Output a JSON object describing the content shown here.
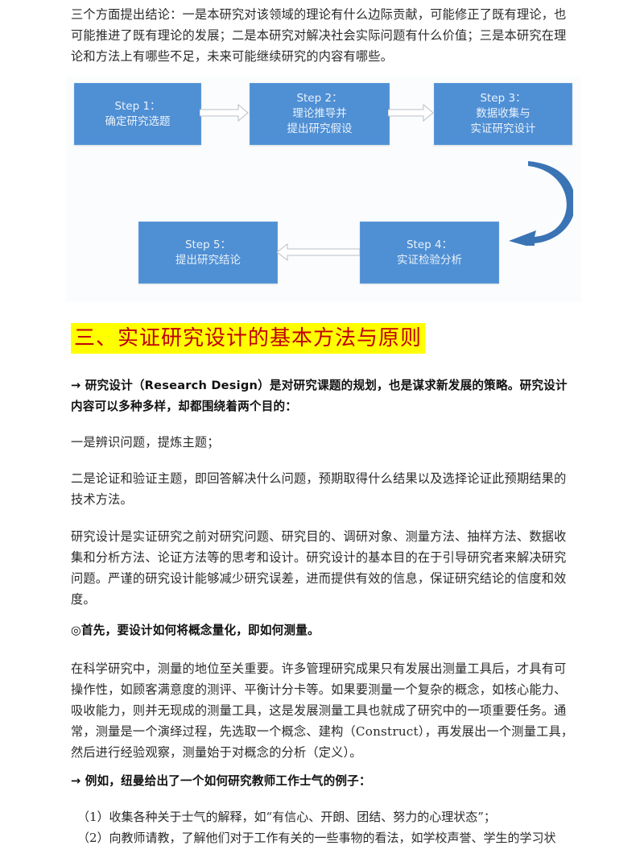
{
  "intro": {
    "lines": [
      "三个方面提出结论：一是本研究对该领域的理论有什么边际贡献，可能修正了既有理论，也",
      "可能推进了既有理论的发展；二是本研究对解决社会实际问题有什么价值；三是本研究在理",
      "论和方法上有哪些不足，未来可能继续研究的内容有哪些。"
    ]
  },
  "diagram": {
    "box_color": "#4f8fd4",
    "curved_arrow_color": "#3a74b5",
    "steps": [
      {
        "label": "Step 1：",
        "text": [
          "确定研究选题"
        ]
      },
      {
        "label": "Step 2：",
        "text": [
          "理论推导并",
          "提出研究假设"
        ]
      },
      {
        "label": "Step 3：",
        "text": [
          "数据收集与",
          "实证研究设计"
        ]
      },
      {
        "label": "Step 4：",
        "text": [
          "实证检验分析"
        ]
      },
      {
        "label": "Step 5：",
        "text": [
          "提出研究结论"
        ]
      }
    ]
  },
  "section": {
    "heading": "三、实证研究设计的基本方法与原则",
    "heading_bg": "#ffff00",
    "heading_color": "#c0000a"
  },
  "body": {
    "p1": [
      "→ 研究设计（Research Design）是对研究课题的规划，也是谋求新发展的策略。研究设计",
      "内容可以多种多样，却都围绕着两个目的："
    ],
    "p2": "一是辨识问题，提炼主题；",
    "p3": [
      "二是论证和验证主题，即回答解决什么问题，预期取得什么结果以及选择论证此预期结果的",
      "技术方法。"
    ],
    "p4": [
      "研究设计是实证研究之前对研究问题、研究目的、调研对象、测量方法、抽样方法、数据收",
      "集和分析方法、论证方法等的思考和设计。研究设计的基本目的在于引导研究者来解决研究",
      "问题。严谨的研究设计能够减少研究误差，进而提供有效的信息，保证研究结论的信度和效",
      "度。"
    ],
    "p5": "◎首先，要设计如何将概念量化，即如何测量。",
    "p6": [
      "在科学研究中，测量的地位至关重要。许多管理研究成果只有发展出测量工具后，才具有可",
      "操作性，如顾客满意度的测评、平衡计分卡等。如果要测量一个复杂的概念，如核心能力、",
      "吸收能力，则并无现成的测量工具，这是发展测量工具也就成了研究中的一项重要任务。通",
      "常，测量是一个演绎过程，先选取一个概念、建构（Construct），再发展出一个测量工具，",
      "然后进行经验观察，测量始于对概念的分析（定义）。"
    ],
    "p7": "→ 例如，纽曼给出了一个如何研究教师工作士气的例子：",
    "list": [
      "（1）收集各种关于士气的解释，如“有信心、开朗、团结、努力的心理状态”；",
      "（2）向教师请教，了解他们对于工作有关的一些事物的看法，如学校声誉、学生的学习状"
    ]
  }
}
